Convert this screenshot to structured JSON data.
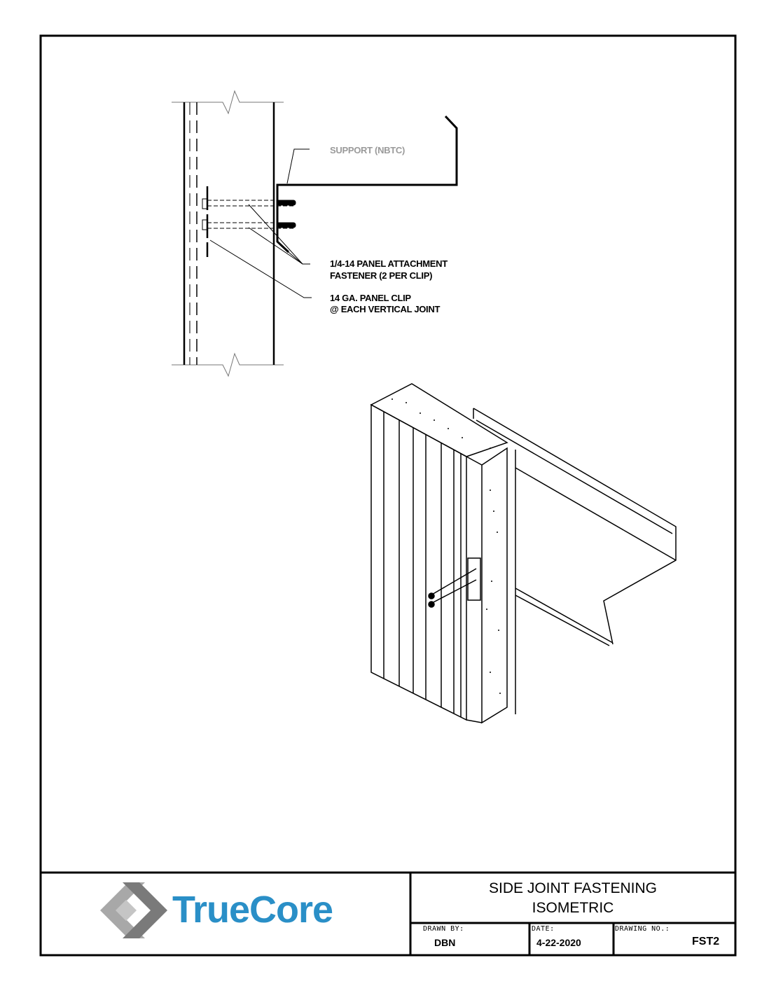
{
  "detail": {
    "support_label": "SUPPORT (NBTC)",
    "fastener_label": [
      "1/4-14 PANEL ATTACHMENT",
      "FASTENER (2 PER CLIP)"
    ],
    "clip_label": [
      "14 GA. PANEL CLIP",
      "@ EACH VERTICAL JOINT"
    ]
  },
  "title_block": {
    "logo_text": "TrueCore",
    "title": [
      "SIDE JOINT FASTENING",
      "ISOMETRIC"
    ],
    "drawn_by_label": "DRAWN BY:",
    "drawn_by": "DBN",
    "date_label": "DATE:",
    "date": "4-22-2020",
    "drawing_no_label": "DRAWING NO.:",
    "drawing_no": "FST2"
  },
  "colors": {
    "brand": "#2a8fc7",
    "logo_gray": "#8a8a8a",
    "leader_text": "#9a9a9a"
  }
}
